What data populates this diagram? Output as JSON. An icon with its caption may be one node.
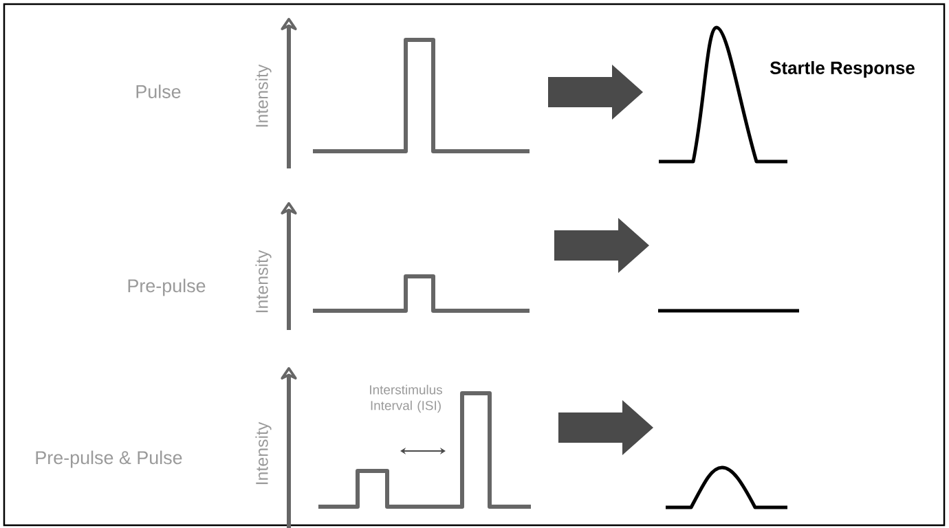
{
  "diagram": {
    "labels": [
      "Pulse",
      "Intensity",
      "Startle Response",
      "Pre-pulse",
      "Intensity",
      "Interstimulus Interval (ISI)",
      "Intensity",
      "Pre-pulse & Pulse"
    ]
  }
}
